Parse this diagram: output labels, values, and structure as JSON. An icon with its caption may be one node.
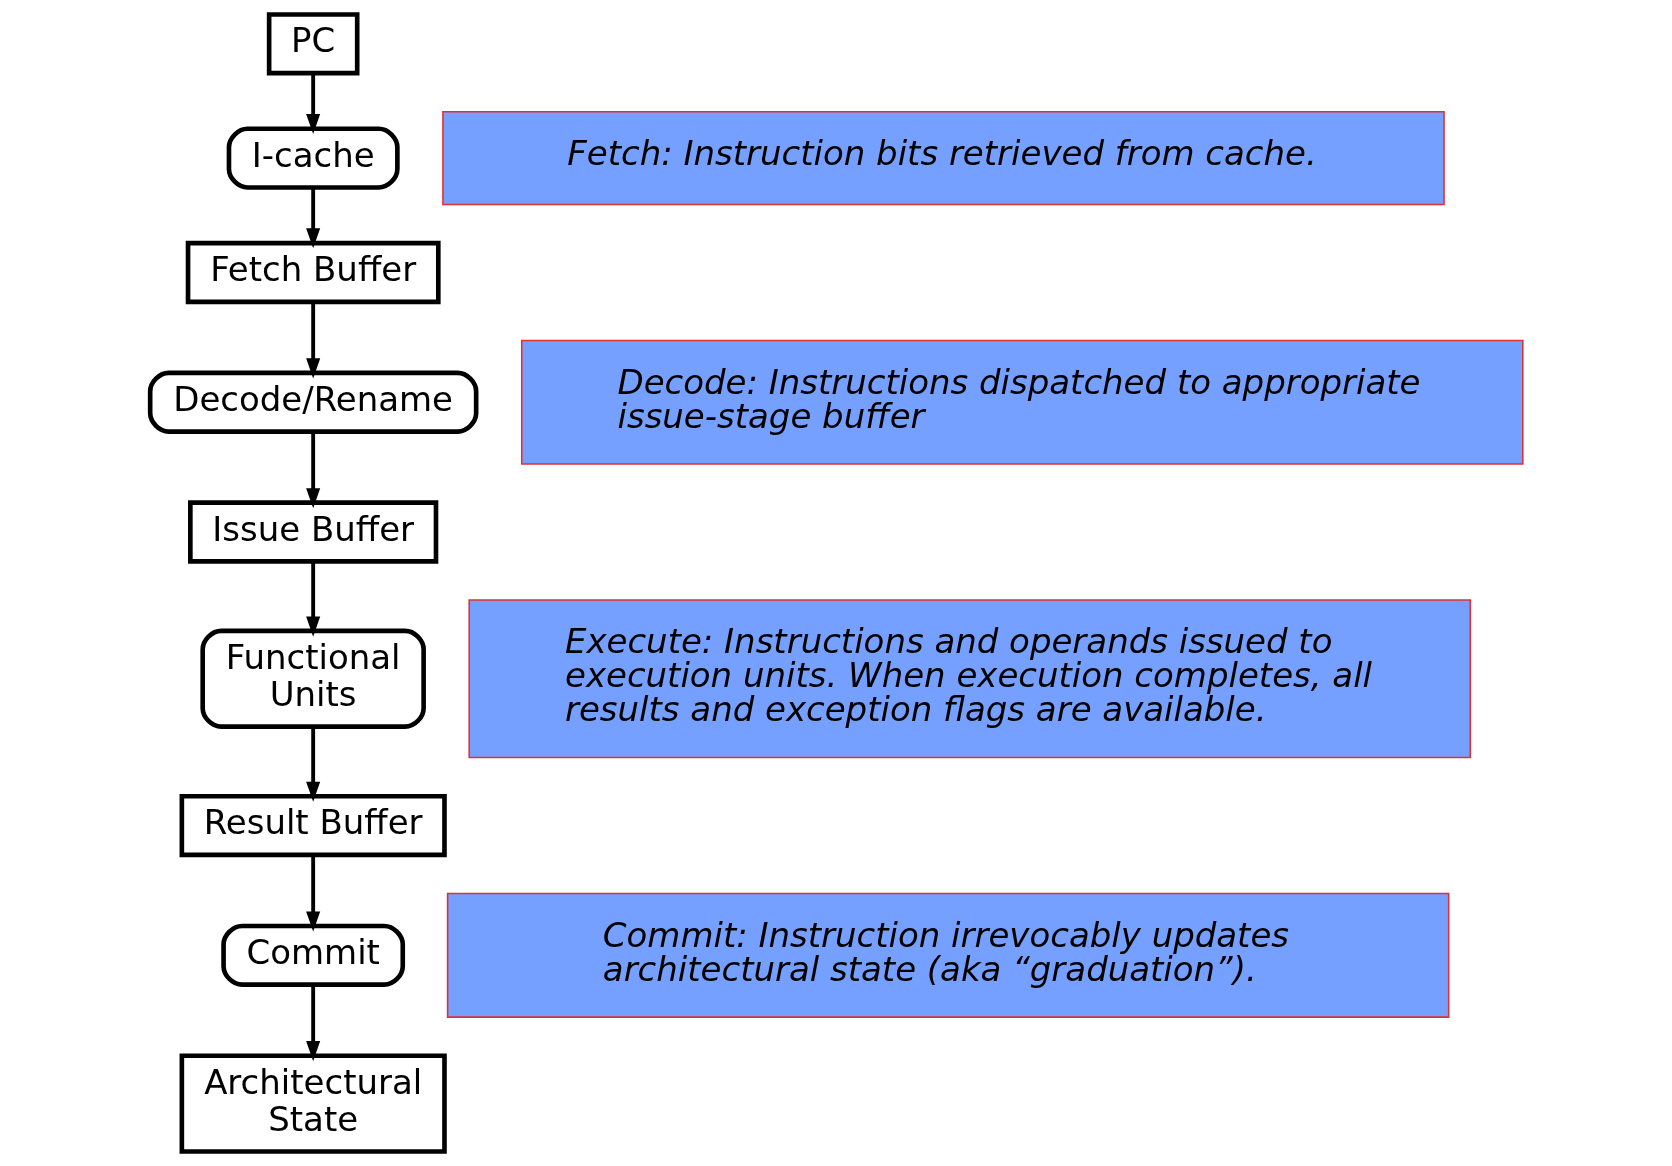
{
  "diagram": {
    "nodes": [
      {
        "text": [
          "PC"
        ]
      },
      {
        "text": [
          "I-cache"
        ]
      },
      {
        "text": [
          "Fetch: Instruction bits retrieved from cache."
        ]
      },
      {
        "text": [
          "Fetch Buffer"
        ]
      },
      {
        "text": [
          "Decode/Rename"
        ]
      },
      {
        "text": [
          "Decode: Instructions dispatched to appropriate issue-stage buffer"
        ]
      },
      {
        "text": [
          "Issue Buffer"
        ]
      },
      {
        "text": [
          "Functional Units"
        ]
      },
      {
        "text": [
          "Execute: Instructions and operands issued to execution units. When execution completes, all results and exception flags are available."
        ]
      },
      {
        "text": [
          "Result Buffer"
        ]
      },
      {
        "text": [
          "Commit"
        ]
      },
      {
        "text": [
          "Commit: Instruction irrevocably updates architectural state (aka “graduation”)."
        ]
      },
      {
        "text": [
          "Architectural State"
        ]
      }
    ],
    "edges": [
      {
        "from": 0,
        "to": 1,
        "arrow": "to"
      },
      {
        "from": 1,
        "to": 3,
        "arrow": "to"
      },
      {
        "from": 3,
        "to": 4,
        "arrow": "to"
      },
      {
        "from": 4,
        "to": 6,
        "arrow": "to"
      },
      {
        "from": 6,
        "to": 7,
        "arrow": "to"
      },
      {
        "from": 7,
        "to": 9,
        "arrow": "to"
      },
      {
        "from": 9,
        "to": 10,
        "arrow": "to"
      },
      {
        "from": 10,
        "to": 12,
        "arrow": "to"
      }
    ]
  }
}
